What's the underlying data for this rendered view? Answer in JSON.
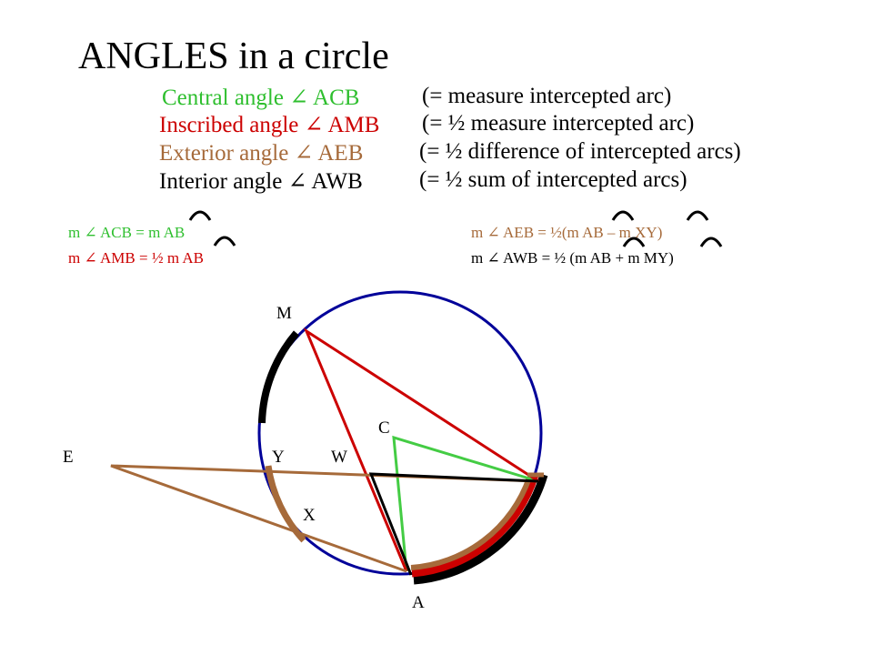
{
  "title": "ANGLES in a circle",
  "definitions": [
    {
      "name": "Central angle ∠ ACB",
      "rule": "(= measure intercepted arc)",
      "color": "#2fbf2f"
    },
    {
      "name": "Inscribed angle ∠ AMB",
      "rule": "(= ½ measure intercepted arc)",
      "color": "#cc0000"
    },
    {
      "name": "Exterior angle ∠ AEB",
      "rule": "(= ½ difference of intercepted arcs)",
      "color": "#a66a3a"
    },
    {
      "name": "Interior angle ∠ AWB",
      "rule": "(= ½ sum of intercepted arcs)",
      "color": "#000000"
    }
  ],
  "formulas": {
    "central": "m ∠ ACB = m AB",
    "inscribed": "m ∠ AMB = ½ m AB",
    "exterior": "m ∠ AEB = ½(m AB – m XY)",
    "interior": "m ∠ AWB = ½ (m AB + m MY)"
  },
  "points": {
    "M": "M",
    "C": "C",
    "E": "E",
    "Y": "Y",
    "W": "W",
    "X": "X",
    "A": "A"
  },
  "colors": {
    "circle": "#000099",
    "central": "#44cc44",
    "inscribed": "#cc0000",
    "exterior": "#a66a3a",
    "interior": "#000000"
  }
}
